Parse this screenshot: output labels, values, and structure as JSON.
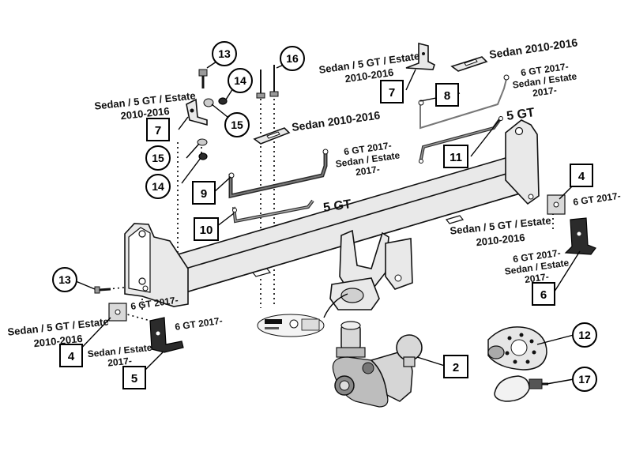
{
  "callouts": {
    "c2": "2",
    "c4a": "4",
    "c4b": "4",
    "c5": "5",
    "c6": "6",
    "c7a": "7",
    "c7b": "7",
    "c8": "8",
    "c9": "9",
    "c10": "10",
    "c11": "11",
    "c12": "12",
    "c13a": "13",
    "c13b": "13",
    "c14a": "14",
    "c14b": "14",
    "c15a": "15",
    "c15b": "15",
    "c16": "16",
    "c17": "17"
  },
  "labels": {
    "sedan_5gt_estate": "Sedan / 5 GT / Estate",
    "years_2010_2016": "2010-2016",
    "sedan_2010_2016": "Sedan 2010-2016",
    "gt6_2017": "6 GT 2017-",
    "sedan_estate": "Sedan / Estate",
    "year_2017": "2017-",
    "five_gt": "5 GT"
  }
}
